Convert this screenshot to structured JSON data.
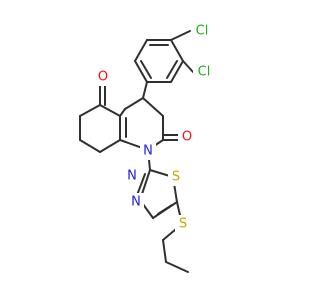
{
  "colors": {
    "bond": "#303030",
    "chlorine": "#1fae1f",
    "oxygen": "#ff0d0d",
    "nitrogen": "#2020e0",
    "sulfur": "#c8a800"
  },
  "atoms": {
    "cl1": "Cl",
    "cl2": "Cl",
    "o_ketone": "O",
    "o_lactam": "O",
    "n_ring": "N",
    "n_tdz_a": "N",
    "n_tdz_b": "N",
    "s_ring": "S",
    "s_thioether": "S"
  }
}
